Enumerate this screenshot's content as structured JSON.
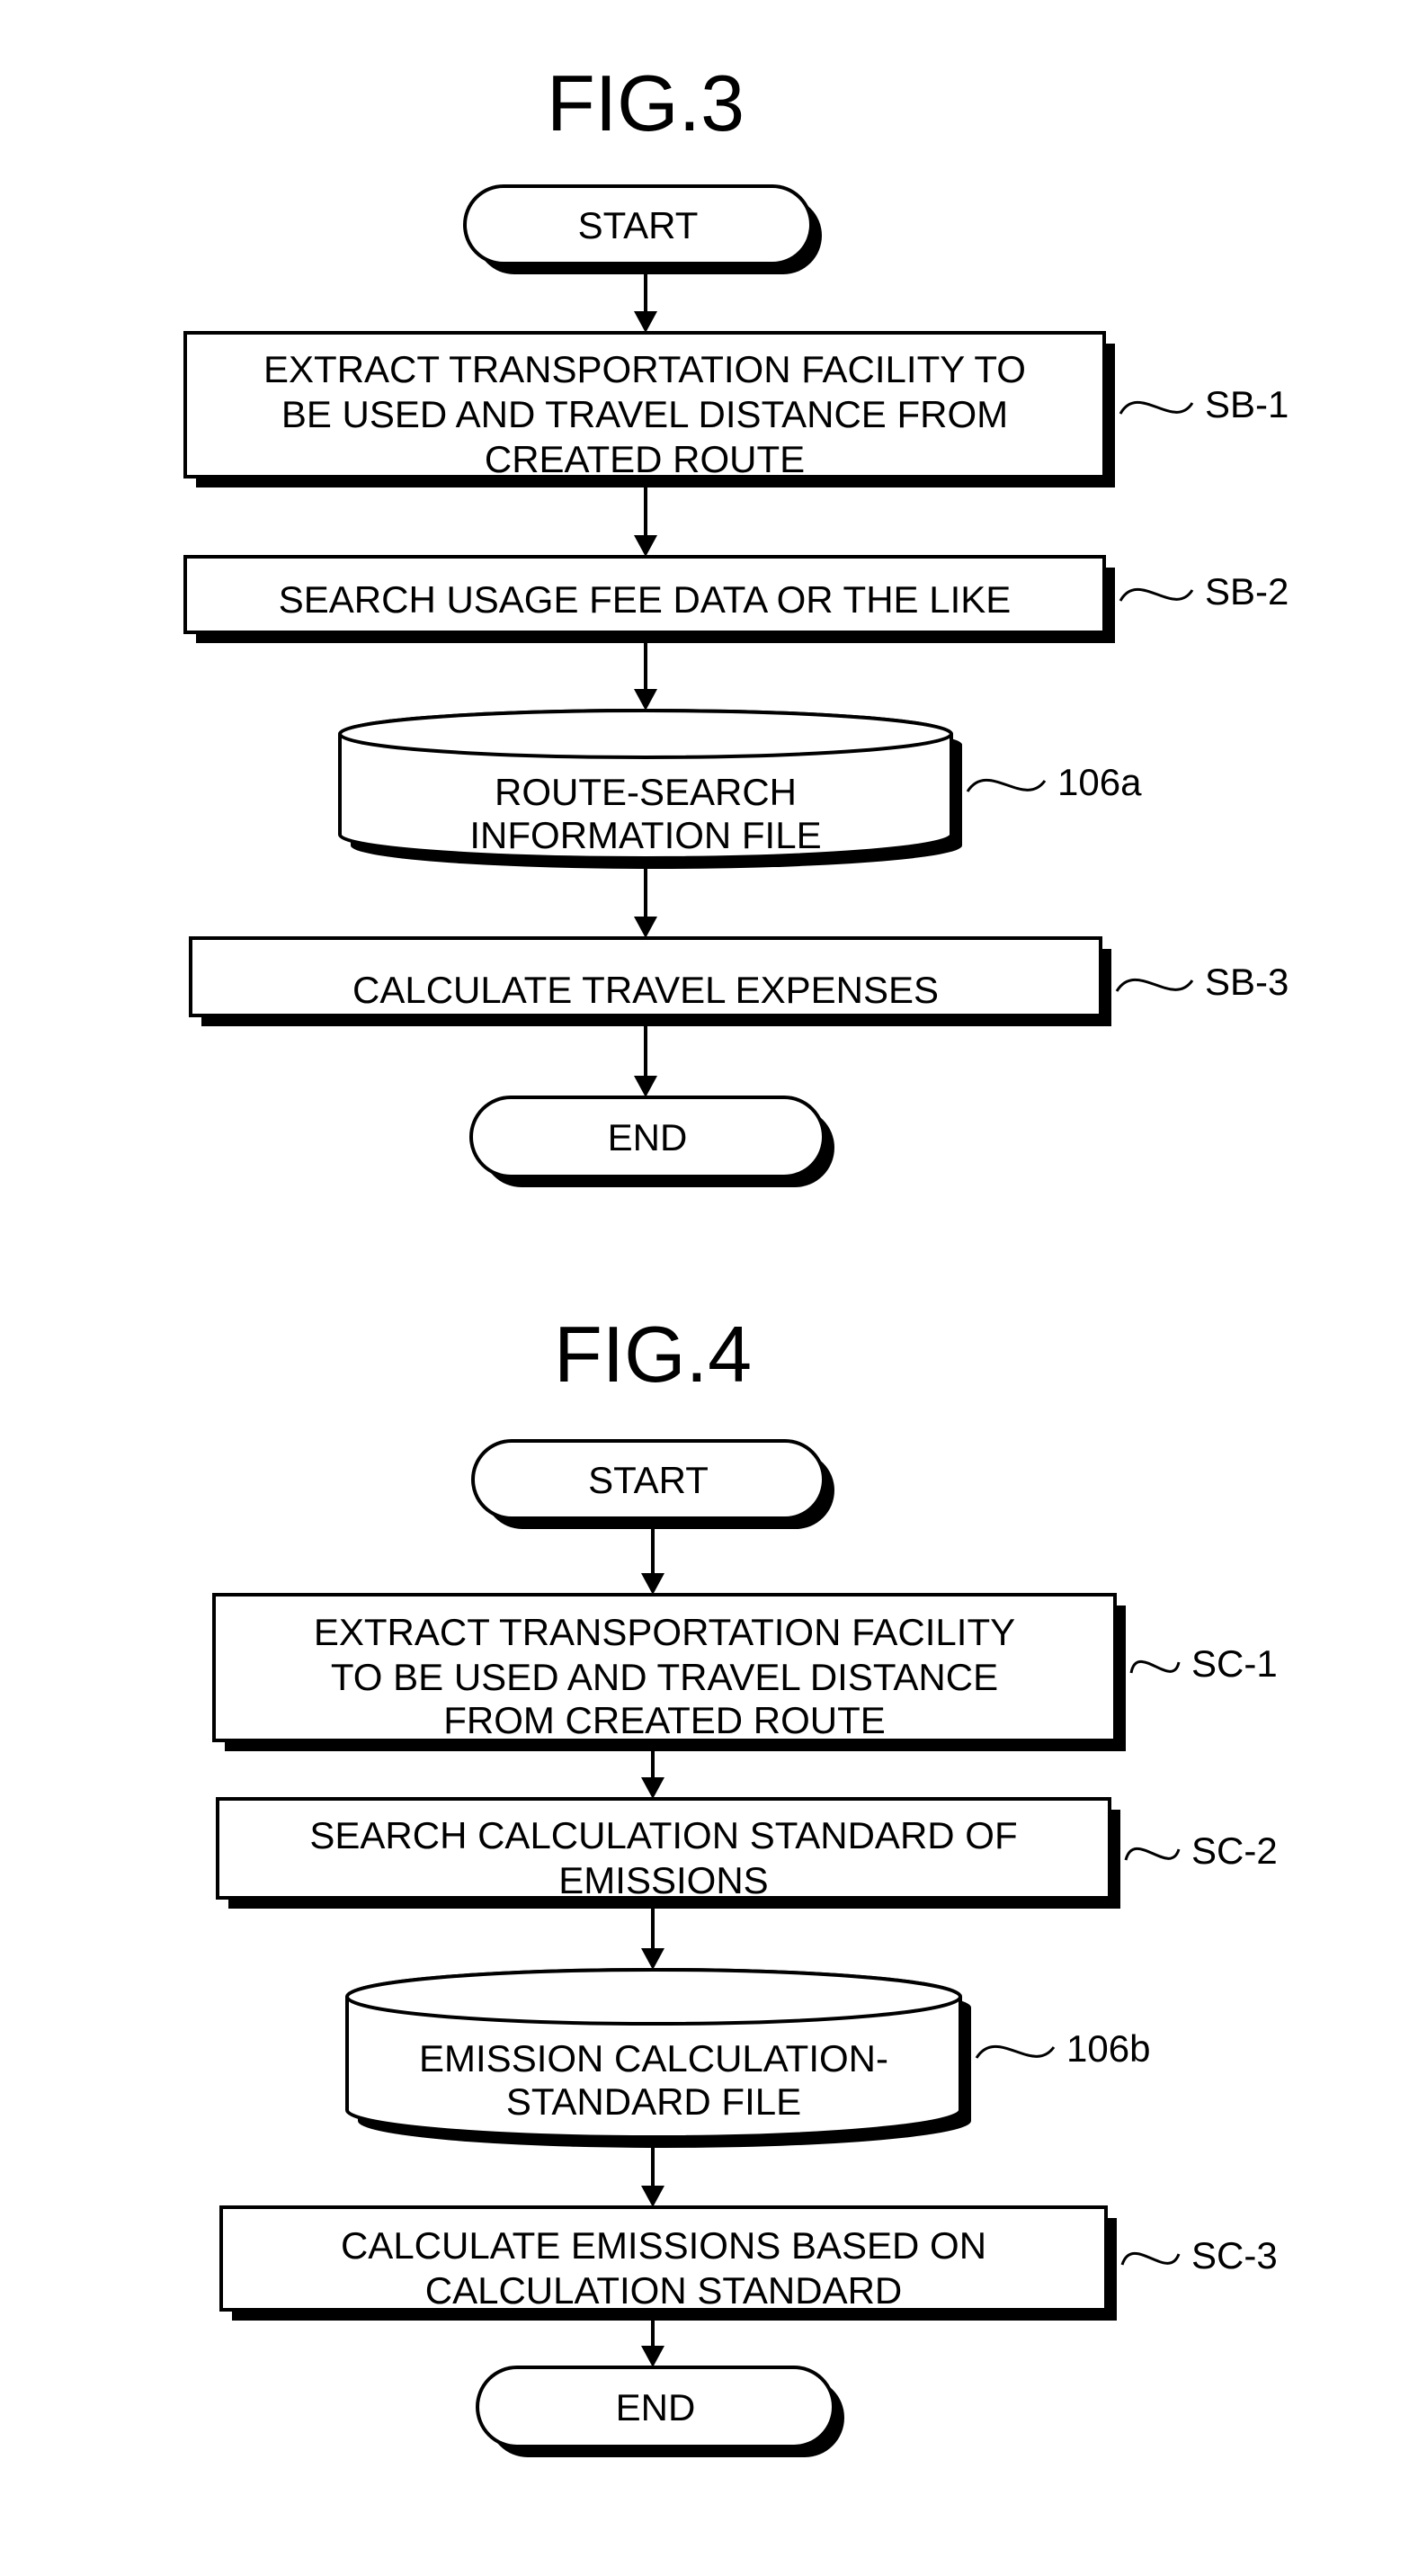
{
  "figures": [
    {
      "title": "FIG.3",
      "start": "START",
      "end": "END",
      "steps": [
        {
          "kind": "process",
          "lines": [
            "EXTRACT TRANSPORTATION FACILITY TO",
            "BE USED AND TRAVEL DISTANCE FROM",
            "CREATED ROUTE"
          ],
          "ref": "SB-1"
        },
        {
          "kind": "process",
          "lines": [
            "SEARCH USAGE FEE DATA OR THE LIKE"
          ],
          "ref": "SB-2"
        },
        {
          "kind": "database",
          "lines": [
            "ROUTE-SEARCH",
            "INFORMATION FILE"
          ],
          "ref": "106a"
        },
        {
          "kind": "process",
          "lines": [
            "CALCULATE TRAVEL EXPENSES"
          ],
          "ref": "SB-3"
        }
      ]
    },
    {
      "title": "FIG.4",
      "start": "START",
      "end": "END",
      "steps": [
        {
          "kind": "process",
          "lines": [
            "EXTRACT TRANSPORTATION FACILITY",
            "TO BE USED AND TRAVEL DISTANCE",
            "FROM CREATED ROUTE"
          ],
          "ref": "SC-1"
        },
        {
          "kind": "process",
          "lines": [
            "SEARCH CALCULATION STANDARD OF",
            "EMISSIONS"
          ],
          "ref": "SC-2"
        },
        {
          "kind": "database",
          "lines": [
            "EMISSION CALCULATION-",
            "STANDARD FILE"
          ],
          "ref": "106b"
        },
        {
          "kind": "process",
          "lines": [
            "CALCULATE EMISSIONS BASED ON",
            "CALCULATION STANDARD"
          ],
          "ref": "SC-3"
        }
      ]
    }
  ]
}
